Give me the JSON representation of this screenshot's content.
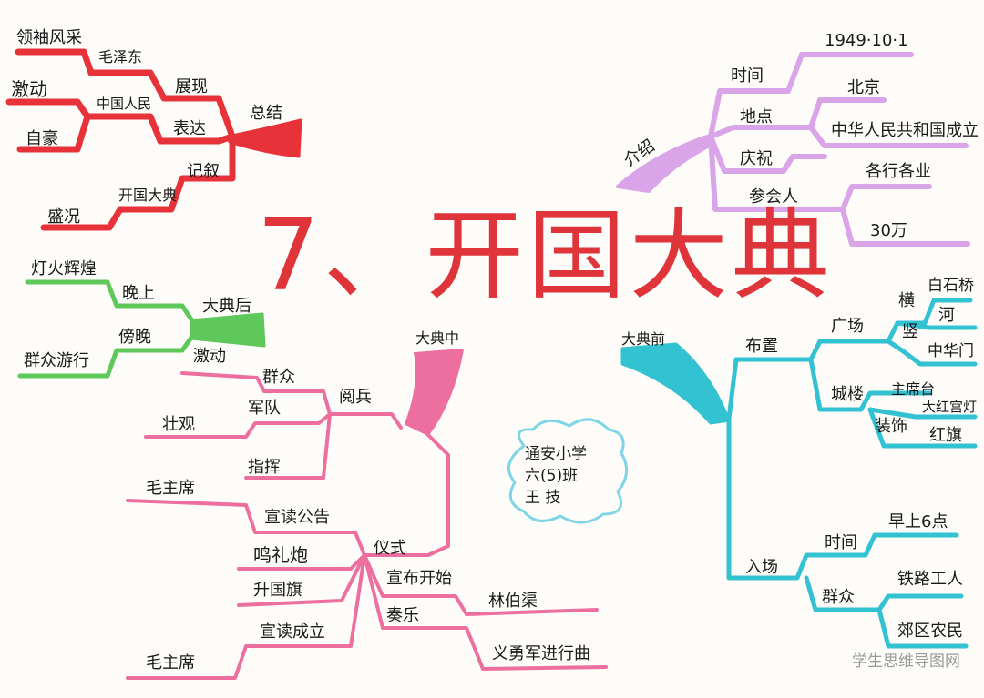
{
  "title": "7、开国大典",
  "watermark": "学生思维导图网",
  "colors": {
    "red": "#e8323a",
    "purple": "#d9a4e8",
    "green": "#5ec85a",
    "pink": "#ec6fa0",
    "cyan": "#33c2d2"
  },
  "summary": {
    "root": "总结",
    "l_maozedong": "毛泽东",
    "l_lingxiu": "领袖风采",
    "l_zhanxian": "展现",
    "l_jidong": "激动",
    "l_renmin": "中国人民",
    "l_zihao": "自豪",
    "l_biaoda": "表达",
    "l_jixu": "记叙",
    "l_kaiguo": "开国大典",
    "l_shengkuang": "盛况"
  },
  "intro": {
    "root": "介绍",
    "time": "时间",
    "date": "1949·10·1",
    "place": "地点",
    "beijing": "北京",
    "celebrate": "庆祝",
    "founding": "中华人民共和国成立",
    "attendees": "参会人",
    "all_walks": "各行各业",
    "count": "30万"
  },
  "after": {
    "root": "大典后",
    "evening": "晚上",
    "lights": "灯火辉煌",
    "dusk": "傍晚",
    "parade": "群众游行"
  },
  "during": {
    "root": "大典中",
    "review": "阅兵",
    "crowd": "群众",
    "excited": "激动",
    "army": "军队",
    "grand": "壮观",
    "command": "指挥",
    "ceremony": "仪式",
    "announce": "宣读公告",
    "chairman1": "毛主席",
    "salute": "鸣礼炮",
    "flag": "升国旗",
    "declare": "宣读成立",
    "chairman2": "毛主席",
    "start": "宣布开始",
    "linboqu": "林伯渠",
    "music": "奏乐",
    "march": "义勇军进行曲"
  },
  "before": {
    "root": "大典前",
    "layout": "布置",
    "square": "广场",
    "horizontal": "横",
    "bridge": "白石桥",
    "river": "河",
    "vertical": "竖",
    "gate": "中华门",
    "tower": "城楼",
    "rostrum": "主席台",
    "decor": "装饰",
    "lanterns": "大红宫灯",
    "flags": "红旗",
    "entry": "入场",
    "time": "时间",
    "six": "早上6点",
    "masses": "群众",
    "workers": "铁路工人",
    "farmers": "郊区农民"
  },
  "note": {
    "line1": "通安小学",
    "line2": "六(5)班",
    "line3": "王 技"
  }
}
